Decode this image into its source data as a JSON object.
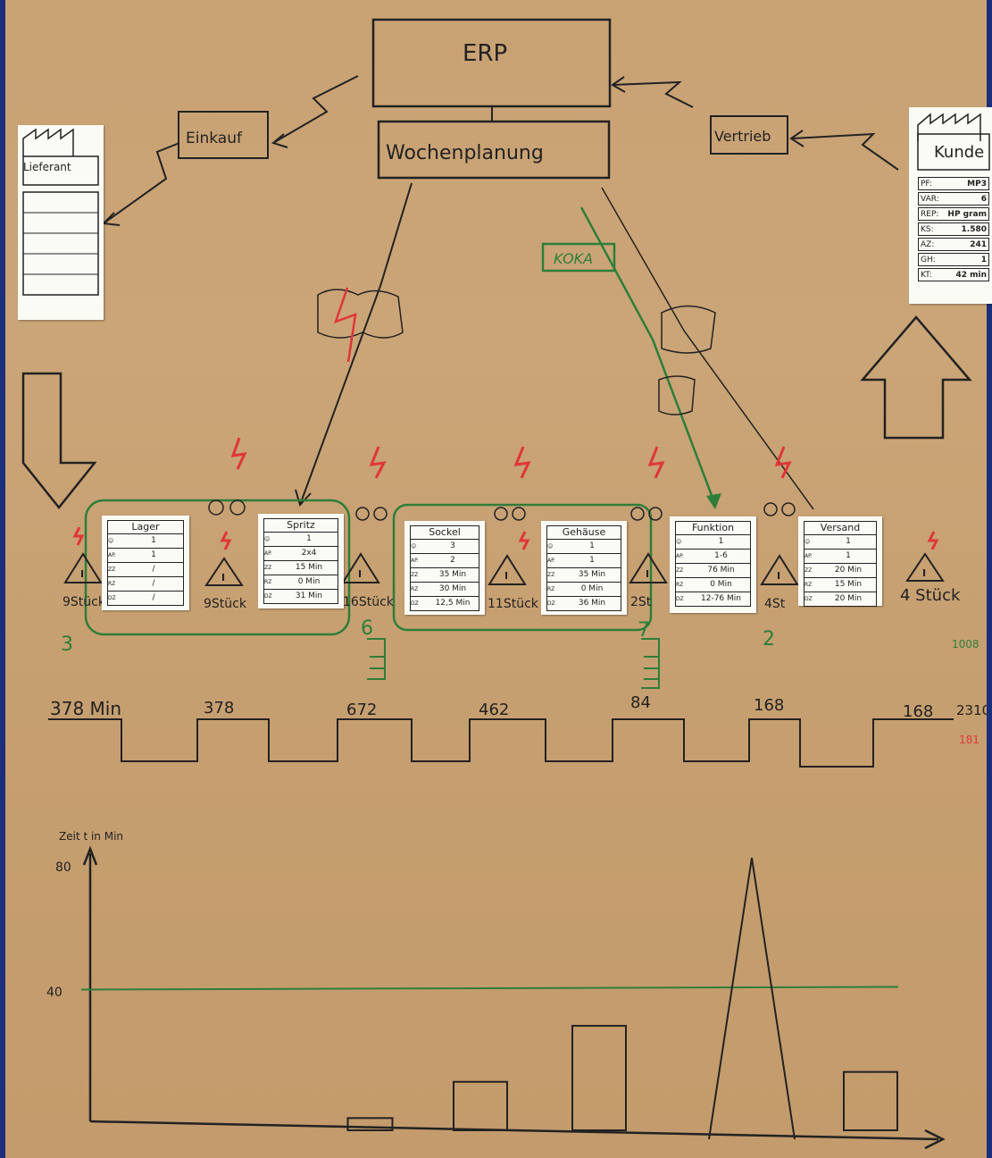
{
  "top": {
    "erp": "ERP",
    "planning": "Wochenplanung",
    "purchasing": "Einkauf",
    "sales": "Vertrieb",
    "kanban": "KOKA"
  },
  "supplier": {
    "label": "Lieferant"
  },
  "customer": {
    "label": "Kunde",
    "rows": [
      {
        "k": "PF:",
        "v": "MP3"
      },
      {
        "k": "VAR:",
        "v": "6"
      },
      {
        "k": "REP:",
        "v": "HP gram"
      },
      {
        "k": "KS:",
        "v": "1.580"
      },
      {
        "k": "AZ:",
        "v": "241"
      },
      {
        "k": "GH:",
        "v": "1"
      },
      {
        "k": "KT:",
        "v": "42 min"
      }
    ]
  },
  "processes": [
    {
      "title": "Lager",
      "rows": [
        {
          "k": "☺",
          "v": "1"
        },
        {
          "k": "AP.",
          "v": "1"
        },
        {
          "k": "ZZ",
          "v": "/"
        },
        {
          "k": "RZ",
          "v": "/"
        },
        {
          "k": "DZ",
          "v": "/"
        }
      ]
    },
    {
      "title": "Spritz",
      "rows": [
        {
          "k": "☺",
          "v": "1"
        },
        {
          "k": "AP.",
          "v": "2x4"
        },
        {
          "k": "ZZ",
          "v": "15 Min"
        },
        {
          "k": "RZ",
          "v": "0 Min"
        },
        {
          "k": "DZ",
          "v": "31 Min"
        }
      ]
    },
    {
      "title": "Sockel",
      "rows": [
        {
          "k": "☺",
          "v": "3"
        },
        {
          "k": "AP.",
          "v": "2"
        },
        {
          "k": "ZZ",
          "v": "35 Min"
        },
        {
          "k": "RZ",
          "v": "30 Min"
        },
        {
          "k": "DZ",
          "v": "12,5 Min"
        }
      ]
    },
    {
      "title": "Gehäuse",
      "rows": [
        {
          "k": "☺",
          "v": "1"
        },
        {
          "k": "AP.",
          "v": "1"
        },
        {
          "k": "ZZ",
          "v": "35 Min"
        },
        {
          "k": "RZ",
          "v": "0 Min"
        },
        {
          "k": "DZ",
          "v": "36 Min"
        }
      ]
    },
    {
      "title": "Funktion",
      "rows": [
        {
          "k": "☺",
          "v": "1"
        },
        {
          "k": "AP.",
          "v": "1-6"
        },
        {
          "k": "ZZ",
          "v": "76 Min"
        },
        {
          "k": "RZ",
          "v": "0 Min"
        },
        {
          "k": "DZ",
          "v": "12-76 Min"
        }
      ]
    },
    {
      "title": "Versand",
      "rows": [
        {
          "k": "☺",
          "v": "1"
        },
        {
          "k": "AP.",
          "v": "1"
        },
        {
          "k": "ZZ",
          "v": "20 Min"
        },
        {
          "k": "RZ",
          "v": "15 Min"
        },
        {
          "k": "DZ",
          "v": "20 Min"
        }
      ]
    }
  ],
  "inventory": [
    {
      "label": "9Stück"
    },
    {
      "label": "9Stück"
    },
    {
      "label": "16Stück"
    },
    {
      "label": "11Stück"
    },
    {
      "label": "2St"
    },
    {
      "label": "4St"
    },
    {
      "label": "4 Stück"
    }
  ],
  "green_numbers": [
    "3",
    "6",
    "7",
    "2"
  ],
  "green_total": "1008",
  "timeline": {
    "values": [
      "378 Min",
      "378",
      "672",
      "462",
      "84",
      "168",
      "168"
    ],
    "total": "2310",
    "total_red": "181"
  },
  "chart_data": {
    "type": "bar",
    "ylabel": "Zeit t in Min",
    "yticks": [
      "80",
      "40"
    ],
    "ylim": [
      0,
      80
    ],
    "reference_line": 40,
    "bars": [
      {
        "x": 0.33,
        "value": 1
      },
      {
        "x": 0.46,
        "value": 12
      },
      {
        "x": 0.6,
        "value": 29
      },
      {
        "x": 0.78,
        "value": 80,
        "shape": "peak"
      },
      {
        "x": 0.92,
        "value": 15
      }
    ],
    "colors": {
      "reference": "#2f7d3a",
      "bars": "#222222"
    }
  }
}
